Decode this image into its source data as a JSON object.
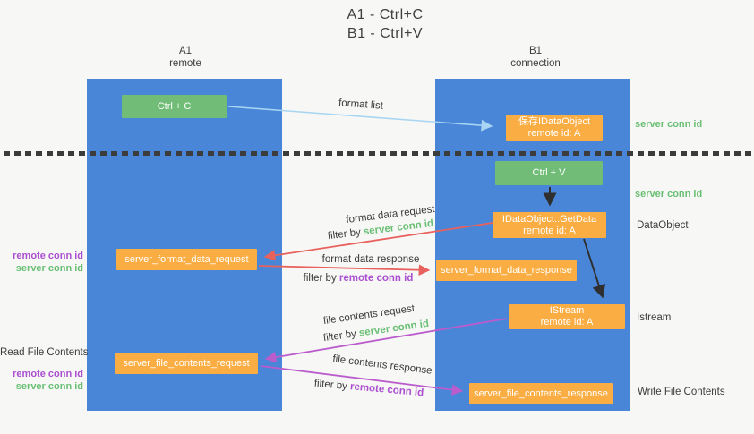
{
  "title": {
    "line1": "A1 - Ctrl+C",
    "line2": "B1 - Ctrl+V"
  },
  "lanes": {
    "a1": {
      "name": "A1",
      "subtitle": "remote"
    },
    "b1": {
      "name": "B1",
      "subtitle": "connection"
    }
  },
  "nodes": {
    "ctrl_c": {
      "label": "Ctrl + C"
    },
    "ctrl_v": {
      "label": "Ctrl + V"
    },
    "save_dataobject": {
      "line1": "保存IDataObject",
      "line2": "remote id: A"
    },
    "getdata": {
      "line1": "IDataObject::GetData",
      "line2": "remote id: A"
    },
    "istream": {
      "line1": "IStream",
      "line2": "remote id: A"
    },
    "server_format_data_request": {
      "label": "server_format_data_request"
    },
    "server_format_data_response": {
      "label": "server_format_data_response"
    },
    "server_file_contents_request": {
      "label": "server_file_contents_request"
    },
    "server_file_contents_response": {
      "label": "server_file_contents_response"
    }
  },
  "arrow_labels": {
    "format_list": "format list",
    "format_data_request": "format data request",
    "format_data_response": "format data response",
    "file_contents_request": "file contents request",
    "file_contents_response": "file contents response",
    "filter_by": "filter by",
    "server_conn_id": "server conn id",
    "remote_conn_id": "remote conn id"
  },
  "side_labels": {
    "server_conn_id_top": "server conn id",
    "server_conn_id_mid": "server conn id",
    "dataobject": "DataObject",
    "istream": "Istream",
    "write_file_contents": "Write File Contents",
    "read_file_contents": "Read File Contents",
    "remote_conn_id": "remote conn id",
    "server_conn_id": "server conn id"
  },
  "colors": {
    "lane_blue": "#4a86d8",
    "node_green": "#71bd77",
    "node_orange": "#f9ad43",
    "arrow_red": "#e8615c",
    "arrow_magenta": "#bb5ccd",
    "arrow_lightblue": "#a8d5f2",
    "arrow_black": "#2f2f2f",
    "text_green": "#6abf74",
    "text_purple": "#ab4fd0"
  }
}
